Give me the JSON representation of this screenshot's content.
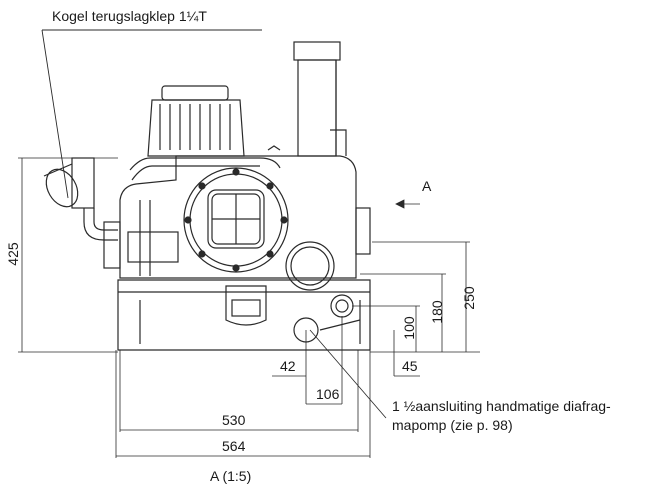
{
  "drawing": {
    "callout_top": "Kogel terugslagklep 1¼T",
    "view_marker": "A",
    "view_title": "A (1:5)",
    "callout_bottom_line1": "1 ½aansluiting handmatige diafrag-",
    "callout_bottom_line2": "mapomp (zie p. 98)",
    "dimensions": {
      "height_total": "425",
      "dim_250": "250",
      "dim_180": "180",
      "dim_100": "100",
      "dim_45": "45",
      "dim_42": "42",
      "dim_106": "106",
      "dim_530": "530",
      "dim_564": "564"
    }
  }
}
